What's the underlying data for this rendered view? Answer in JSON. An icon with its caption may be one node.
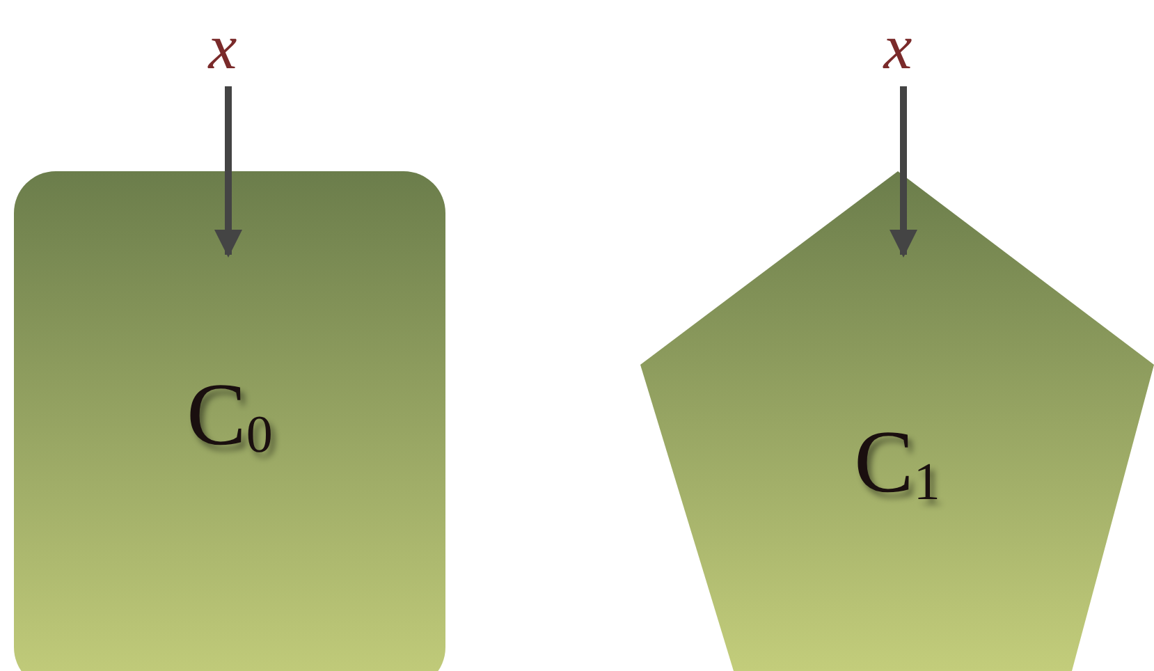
{
  "diagram": {
    "nodes": [
      {
        "text": [
          "x"
        ]
      },
      {
        "text": [
          "C$_{0}$"
        ]
      },
      {
        "text": [
          "x"
        ]
      },
      {
        "text": [
          "C$_{1}$"
        ]
      }
    ],
    "edges": [
      {
        "from": 0,
        "to": 1,
        "arrow": "to"
      },
      {
        "from": 2,
        "to": 3,
        "arrow": "to"
      }
    ]
  }
}
